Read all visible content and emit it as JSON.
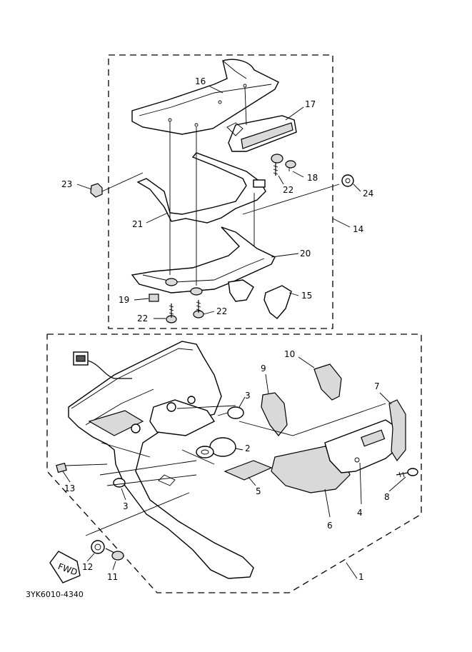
{
  "diagram": {
    "code": "3YK6010-4340",
    "fwd_label": "FWD",
    "callouts": {
      "c1": "1",
      "c2": "2",
      "c3a": "3",
      "c3b": "3",
      "c4": "4",
      "c5": "5",
      "c6": "6",
      "c7": "7",
      "c8": "8",
      "c9": "9",
      "c10": "10",
      "c11": "11",
      "c12": "12",
      "c13": "13",
      "c14": "14",
      "c15": "15",
      "c16": "16",
      "c17": "17",
      "c18": "18",
      "c19": "19",
      "c20": "20",
      "c21": "21",
      "c22a": "22",
      "c22b": "22",
      "c22c": "22",
      "c23": "23",
      "c24": "24"
    }
  }
}
